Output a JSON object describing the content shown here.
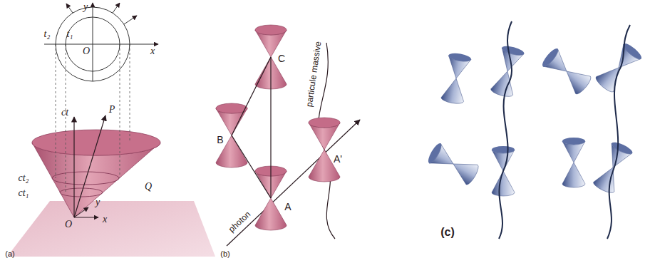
{
  "diagram": {
    "labels": [
      "t₂",
      "t₁",
      "y",
      "O",
      "x",
      "ct",
      "P",
      "ct₂",
      "ct₁",
      "Q",
      "O",
      "y",
      "x",
      "(a)",
      "C",
      "B",
      "A",
      "A'",
      "particule massive",
      "photon",
      "(b)",
      "(c)"
    ]
  }
}
